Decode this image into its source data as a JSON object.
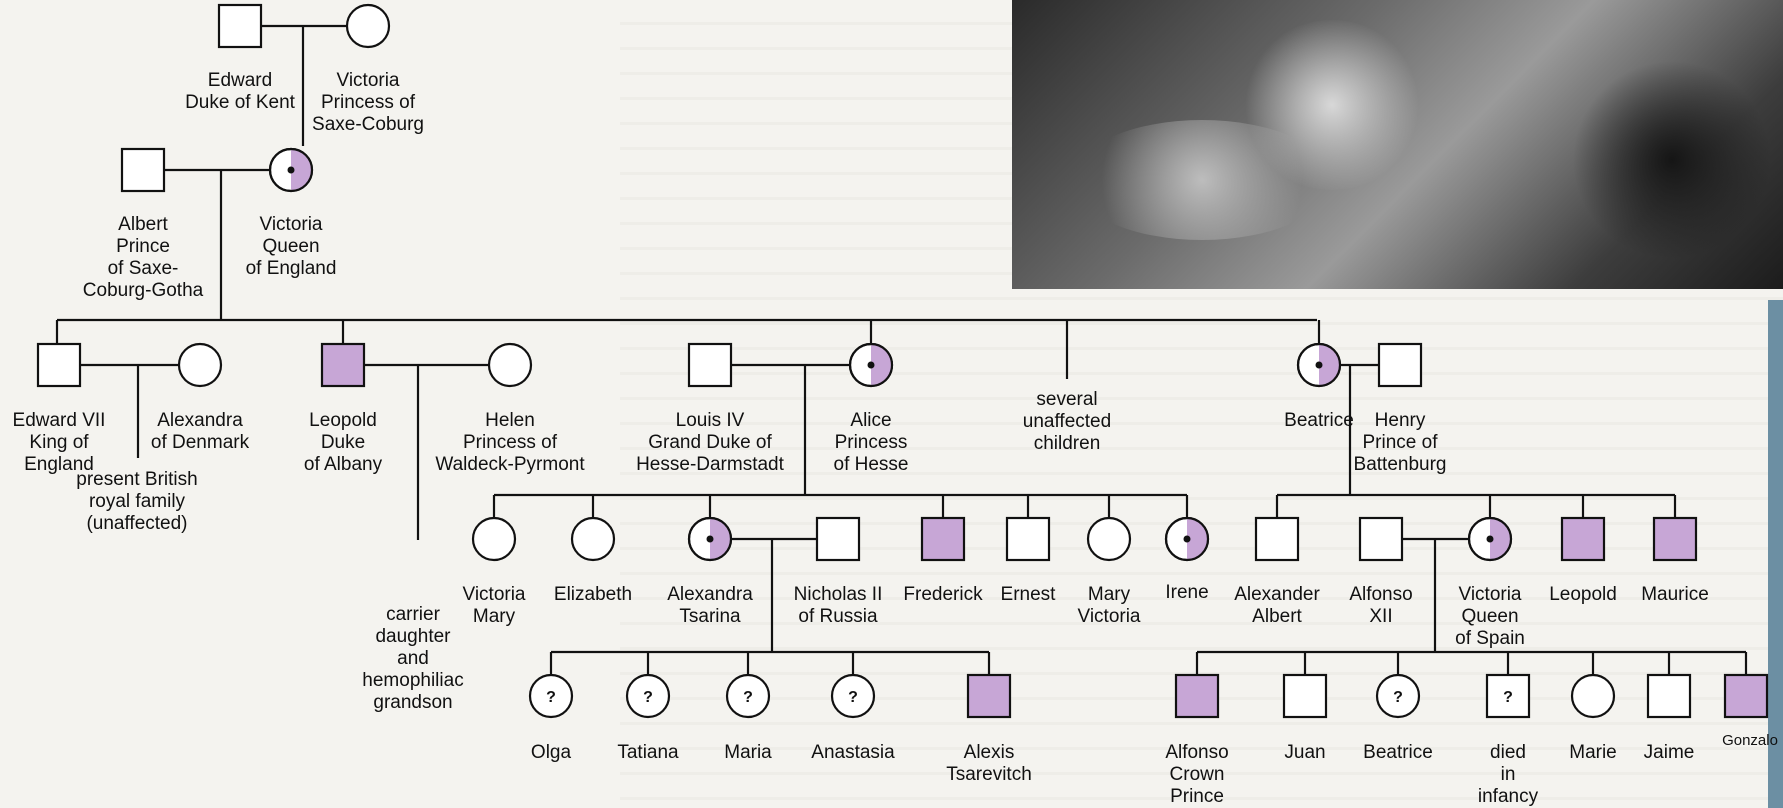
{
  "people": [
    {
      "id": "edward_kent",
      "lines": [
        "Edward",
        "Duke of Kent"
      ],
      "sex": "male",
      "status": "unaffected"
    },
    {
      "id": "victoria_saxe",
      "lines": [
        "Victoria",
        "Princess of",
        "Saxe-Coburg"
      ],
      "sex": "female",
      "status": "unaffected"
    },
    {
      "id": "albert",
      "lines": [
        "Albert",
        "Prince",
        "of Saxe-",
        "Coburg-Gotha"
      ],
      "sex": "male",
      "status": "unaffected"
    },
    {
      "id": "victoria_england",
      "lines": [
        "Victoria",
        "Queen",
        "of England"
      ],
      "sex": "female",
      "status": "carrier"
    },
    {
      "id": "edward_vii",
      "lines": [
        "Edward VII",
        "King of",
        "England"
      ],
      "sex": "male",
      "status": "unaffected"
    },
    {
      "id": "alexandra_denmark",
      "lines": [
        "Alexandra",
        "of Denmark"
      ],
      "sex": "female",
      "status": "unaffected"
    },
    {
      "id": "present_british",
      "lines": [
        "present British",
        "royal family",
        "(unaffected)"
      ],
      "sex": "none",
      "status": "note"
    },
    {
      "id": "leopold_albany",
      "lines": [
        "Leopold",
        "Duke",
        "of Albany"
      ],
      "sex": "male",
      "status": "affected"
    },
    {
      "id": "helen",
      "lines": [
        "Helen",
        "Princess of",
        "Waldeck-Pyrmont"
      ],
      "sex": "female",
      "status": "unaffected"
    },
    {
      "id": "carrier_daughter",
      "lines": [
        "carrier",
        "daughter",
        "and",
        "hemophiliac",
        "grandson"
      ],
      "sex": "none",
      "status": "note"
    },
    {
      "id": "louis_iv",
      "lines": [
        "Louis IV",
        "Grand Duke of",
        "Hesse-Darmstadt"
      ],
      "sex": "male",
      "status": "unaffected"
    },
    {
      "id": "alice",
      "lines": [
        "Alice",
        "Princess",
        "of Hesse"
      ],
      "sex": "female",
      "status": "carrier"
    },
    {
      "id": "several",
      "lines": [
        "several",
        "unaffected",
        "children"
      ],
      "sex": "none",
      "status": "note"
    },
    {
      "id": "beatrice",
      "lines": [
        "Beatrice"
      ],
      "sex": "female",
      "status": "carrier"
    },
    {
      "id": "henry",
      "lines": [
        "Henry",
        "Prince of",
        "Battenburg"
      ],
      "sex": "male",
      "status": "unaffected"
    },
    {
      "id": "victoria_mary",
      "lines": [
        "Victoria",
        "Mary"
      ],
      "sex": "female",
      "status": "unaffected"
    },
    {
      "id": "elizabeth",
      "lines": [
        "Elizabeth"
      ],
      "sex": "female",
      "status": "unaffected"
    },
    {
      "id": "alexandra_tsarina",
      "lines": [
        "Alexandra",
        "Tsarina"
      ],
      "sex": "female",
      "status": "carrier"
    },
    {
      "id": "nicholas_ii",
      "lines": [
        "Nicholas II",
        "of Russia"
      ],
      "sex": "male",
      "status": "unaffected"
    },
    {
      "id": "frederick",
      "lines": [
        "Frederick"
      ],
      "sex": "male",
      "status": "affected"
    },
    {
      "id": "ernest",
      "lines": [
        "Ernest"
      ],
      "sex": "male",
      "status": "unaffected"
    },
    {
      "id": "mary_victoria",
      "lines": [
        "Mary",
        "Victoria"
      ],
      "sex": "female",
      "status": "unaffected"
    },
    {
      "id": "irene",
      "lines": [
        "Irene"
      ],
      "sex": "female",
      "status": "carrier"
    },
    {
      "id": "alexander_albert",
      "lines": [
        "Alexander",
        "Albert"
      ],
      "sex": "male",
      "status": "unaffected"
    },
    {
      "id": "alfonso_xii",
      "lines": [
        "Alfonso",
        "XII"
      ],
      "sex": "male",
      "status": "unaffected"
    },
    {
      "id": "victoria_spain",
      "lines": [
        "Victoria",
        "Queen",
        "of Spain"
      ],
      "sex": "female",
      "status": "carrier"
    },
    {
      "id": "leopold_b",
      "lines": [
        "Leopold"
      ],
      "sex": "male",
      "status": "affected"
    },
    {
      "id": "maurice",
      "lines": [
        "Maurice"
      ],
      "sex": "male",
      "status": "affected"
    },
    {
      "id": "olga",
      "lines": [
        "Olga"
      ],
      "sex": "female",
      "status": "unknown"
    },
    {
      "id": "tatiana",
      "lines": [
        "Tatiana"
      ],
      "sex": "female",
      "status": "unknown"
    },
    {
      "id": "maria",
      "lines": [
        "Maria"
      ],
      "sex": "female",
      "status": "unknown"
    },
    {
      "id": "anastasia",
      "lines": [
        "Anastasia"
      ],
      "sex": "female",
      "status": "unknown"
    },
    {
      "id": "alexis",
      "lines": [
        "Alexis",
        "Tsarevitch"
      ],
      "sex": "male",
      "status": "affected"
    },
    {
      "id": "alfonso_crown",
      "lines": [
        "Alfonso",
        "Crown",
        "Prince"
      ],
      "sex": "male",
      "status": "affected"
    },
    {
      "id": "juan",
      "lines": [
        "Juan"
      ],
      "sex": "male",
      "status": "unaffected"
    },
    {
      "id": "beatrice_spain",
      "lines": [
        "Beatrice"
      ],
      "sex": "female",
      "status": "unknown"
    },
    {
      "id": "died_infancy",
      "lines": [
        "died",
        "in",
        "infancy"
      ],
      "sex": "male",
      "status": "unknown"
    },
    {
      "id": "marie",
      "lines": [
        "Marie"
      ],
      "sex": "female",
      "status": "unaffected"
    },
    {
      "id": "jaime",
      "lines": [
        "Jaime"
      ],
      "sex": "male",
      "status": "unaffected"
    },
    {
      "id": "gonzalo",
      "lines": [
        "Gonzalo"
      ],
      "sex": "male",
      "status": "affected"
    }
  ],
  "unknown_mark": "?",
  "colors": {
    "affected": "#c7a6d6",
    "line": "#111111",
    "paper": "#f4f3ef"
  },
  "photo": {
    "kind": "black-and-white photograph"
  }
}
